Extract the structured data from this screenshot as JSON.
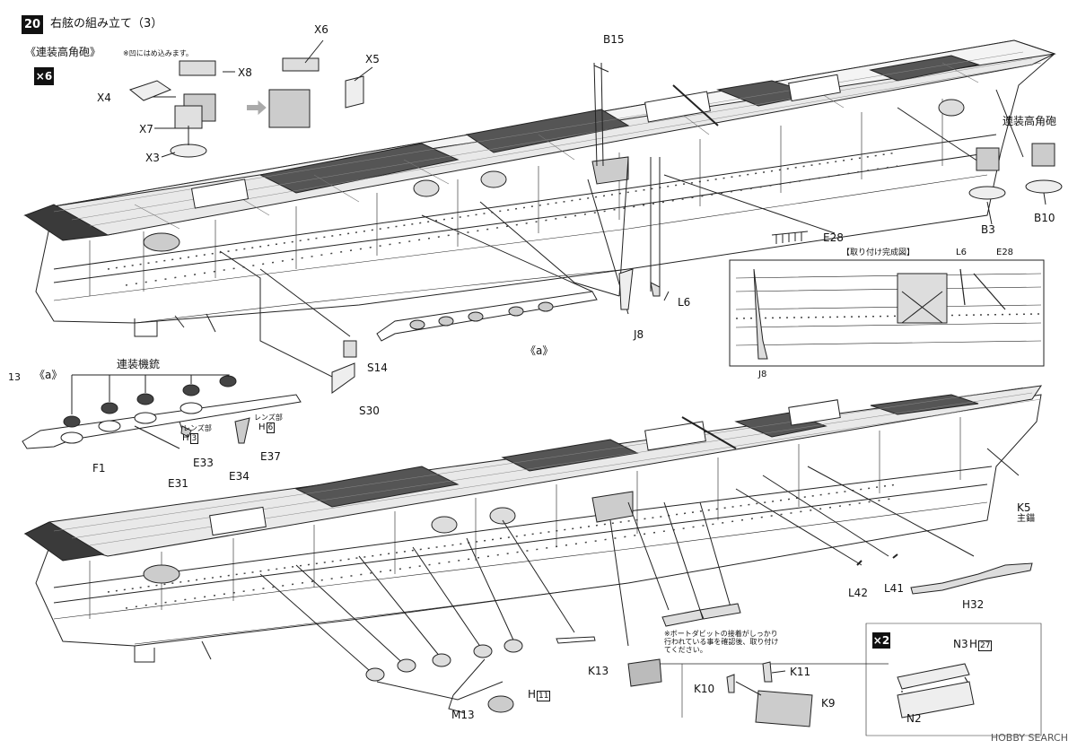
{
  "page_number": "13",
  "step": {
    "number": "20",
    "title": "右舷の組み立て（3）"
  },
  "gun_subassembly": {
    "heading": "《連装高角砲》",
    "note": "※凹にはめ込みます。",
    "multiplier": "×6"
  },
  "group_a": {
    "marker": "《a》",
    "title": "連装機銃",
    "lens_note": "レンズ部"
  },
  "install_view": {
    "title": "【取り付け完成図】"
  },
  "boat_note": "※ボートダビットの接着がしっかり行われている事を確認後、取り付けてください。",
  "boat_multiplier": "×2",
  "side_title": "連装高角砲",
  "main_note": "主錨",
  "parts": {
    "B15": "B15",
    "X6": "X6",
    "X5": "X5",
    "X8": "X8",
    "X4": "X4",
    "X7": "X7",
    "X3": "X3",
    "B3": "B3",
    "B10": "B10",
    "E28": "E28",
    "L6": "L6",
    "J8": "J8",
    "S14": "S14",
    "S30": "S30",
    "F1": "F1",
    "E33": "E33",
    "E31": "E31",
    "E34": "E34",
    "E37": "E37",
    "H3": "H",
    "H3n": "3",
    "H6": "H",
    "H6n": "6",
    "K5": "K5",
    "L42": "L42",
    "L41": "L41",
    "H32": "H32",
    "K13": "K13",
    "M13": "M13",
    "H11": "H",
    "H11n": "11",
    "K10": "K10",
    "K11": "K11",
    "K9": "K9",
    "N3": "N3",
    "H27": "H",
    "H27n": "27",
    "N2": "N2",
    "L6b": "L6",
    "E28b": "E28",
    "J8b": "J8"
  },
  "watermark": "HOBBY SEARCH"
}
